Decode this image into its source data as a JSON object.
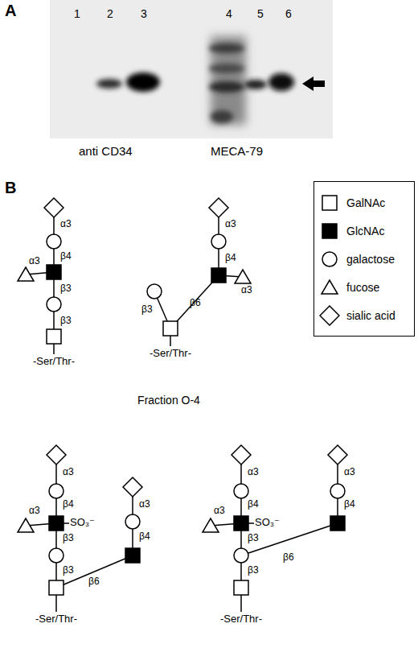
{
  "diagram": {
    "labels": [
      "A",
      "1",
      "2",
      "3",
      "4",
      "5",
      "6",
      "anti CD34",
      "MECA-79",
      "B",
      "α3",
      "β4",
      "α3",
      "β3",
      "β3",
      "-Ser/Thr-",
      "α3",
      "β4",
      "α3",
      "β3",
      "β6",
      "-Ser/Thr-",
      "Fraction O-4",
      "α3",
      "β4",
      "α3",
      "SO₃⁻",
      "β3",
      "β3",
      "β6",
      "α3",
      "β4",
      "-Ser/Thr-",
      "α3",
      "β4",
      "α3",
      "SO₃⁻",
      "β3",
      "β3",
      "β6",
      "α3",
      "β4",
      "-Ser/Thr-"
    ],
    "legend": [
      {
        "text": "GalNAc"
      },
      {
        "text": "GlcNAc"
      },
      {
        "text": "galactose"
      },
      {
        "text": "fucose"
      },
      {
        "text": "sialic acid"
      }
    ]
  }
}
